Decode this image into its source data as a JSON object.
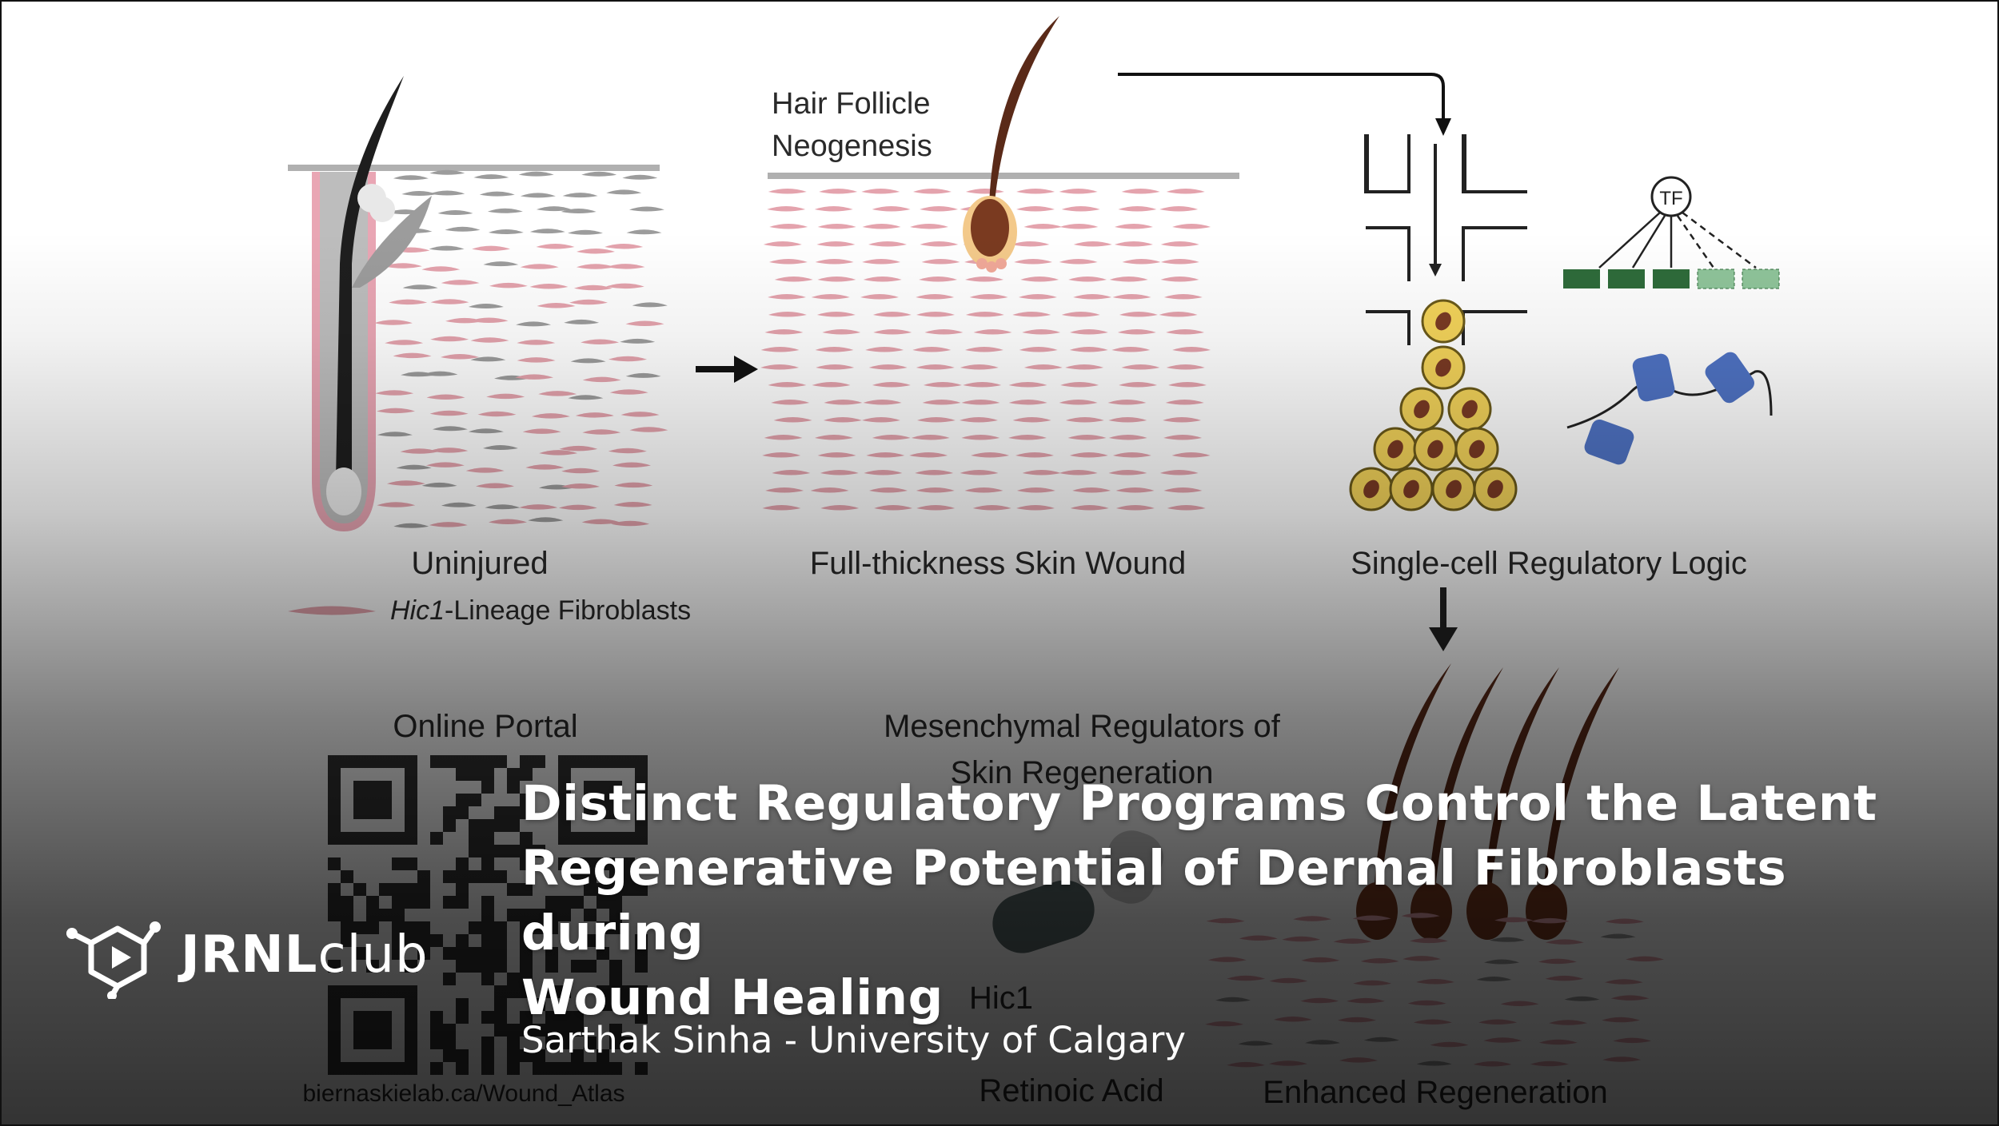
{
  "figure": {
    "hair_follicle_label_1": "Hair Follicle",
    "hair_follicle_label_2": "Neogenesis",
    "uninjured_label": "Uninjured",
    "legend_gene": "Hic1",
    "legend_rest": "-Lineage Fibroblasts",
    "wound_label": "Full-thickness Skin Wound",
    "tf_label": "TF",
    "regulatory_label": "Single-cell Regulatory Logic",
    "portal_label": "Online Portal",
    "regulators_label_1": "Mesenchymal Regulators of",
    "regulators_label_2": "Skin Regeneration",
    "hic1_label": "Hic1",
    "retinoic_label": "Retinoic Acid",
    "url_label": "biernaskielab.ca/Wound_Atlas",
    "enhanced_label": "Enhanced Regeneration"
  },
  "colors": {
    "fibroblast_pink": "#e4a3ad",
    "keratinocyte_gray": "#9c9c9c",
    "tf_green": "#2e6b3a",
    "tf_green_light": "#8fc49a",
    "nucleosome_blue": "#4f73c4",
    "cell_yellow": "#f3d35a"
  },
  "title": {
    "line1": "Distinct Regulatory Programs Control the Latent",
    "line2": "Regenerative Potential of Dermal Fibroblasts during",
    "line3": "Wound Healing"
  },
  "subtitle": "Sarthak Sinha - University of Calgary",
  "logo": {
    "bold": "JRNL",
    "light": "club"
  }
}
